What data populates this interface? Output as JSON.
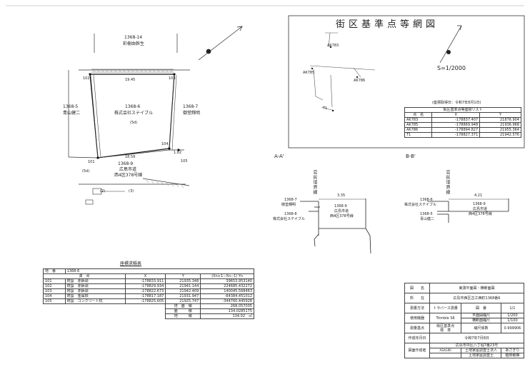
{
  "index_map": {
    "title": "街区基準点等網図",
    "scale": "S=1/2000",
    "list_note": "(座標取得日：令和7年8月1日)",
    "list_title": "街区基準点等座標リスト",
    "list_headers": [
      "点　名",
      "X",
      "Y"
    ],
    "list_rows": [
      {
        "name": "AK783",
        "x": "-178837.407",
        "y": "21876.904"
      },
      {
        "name": "AK785",
        "x": "-178869.948",
        "y": "21936.968"
      },
      {
        "name": "AK786",
        "x": "-178894.827",
        "y": "21955.364"
      },
      {
        "name": "T1",
        "x": "-178827.371",
        "y": "21942.576"
      }
    ],
    "point_labels": [
      "AK783",
      "AK785",
      "AK786",
      "T1"
    ]
  },
  "plan": {
    "north_parcel": {
      "no": "1368-14",
      "owner": "彩樹由幹生"
    },
    "west_parcel": {
      "no": "1368-5",
      "owner": "青山健二"
    },
    "east_parcel": {
      "no": "1368-7",
      "owner": "御堂輝明"
    },
    "center_parcel": {
      "no": "1368-6",
      "owner": "株式会社ステイブル",
      "sub": "(5d)"
    },
    "road_parcel": {
      "no": "1368-9",
      "owner": "広島市道",
      "sub": "西4区378号線"
    },
    "dims": {
      "top": "19.45",
      "bottom": "18.59",
      "east_small": "1.82"
    },
    "points": [
      "101",
      "102",
      "103",
      "104",
      "105"
    ],
    "misc": [
      "(5d)",
      "(2)",
      "(3)"
    ]
  },
  "sections": {
    "aa": {
      "label": "A-A'",
      "boundary": "官民境界線",
      "width": "3.35",
      "left_top": {
        "no": "1368-7",
        "owner": "御堂輝明"
      },
      "left_bottom": {
        "no": "1368-6",
        "owner": "株式会社ステイブル"
      },
      "road": {
        "no": "1368-9",
        "owner": "広島市道",
        "sub": "西4区378号線"
      }
    },
    "bb": {
      "label": "B-B'",
      "boundary": "官民境界線",
      "width": "4.21",
      "left_top": {
        "no": "1368-6",
        "owner": "株式会社ステイブル"
      },
      "left_bottom": {
        "no": "1368-5",
        "owner": "青山健二"
      },
      "road": {
        "no": "1368-9",
        "owner": "広島市道",
        "sub": "西4区378号線"
      }
    }
  },
  "coord_table": {
    "title": "座標求積表",
    "header_row": {
      "label1": "地　番",
      "value1": "1368-6"
    },
    "col_headers": [
      "測　点",
      "",
      "X",
      "Y",
      "(Xn+1−Xn−1) Yn"
    ],
    "rows": [
      {
        "pt": "101",
        "desc": "既設　赤鋲頭",
        "x": "-178833.911",
        "y": "21935.348",
        "calc": "39653.953140"
      },
      {
        "pt": "102",
        "desc": "既設　赤鋲頭",
        "x": "-178829.934",
        "y": "21941.144",
        "calc": "224685.432272"
      },
      {
        "pt": "103",
        "desc": "既設　赤鋲頭",
        "x": "-178822.673",
        "y": "21942.409",
        "calc": "140045.568463"
      },
      {
        "pt": "104",
        "desc": "既設　金属標",
        "x": "-178817.187",
        "y": "21931.947",
        "calc": "-64384.451012"
      },
      {
        "pt": "105",
        "desc": "既設　コンクリート杭",
        "x": "-178825.605",
        "y": "21925.747",
        "calc": "-344760.445928"
      }
    ],
    "totals": [
      {
        "label": "倍　面　積",
        "value": "268.057035"
      },
      {
        "label": "面　　　積",
        "value": "134.0285175"
      },
      {
        "label": "地　　　積",
        "value": "134.02　㎡"
      }
    ]
  },
  "title_block": {
    "rows": [
      {
        "label": "図　　名",
        "value": "実測平面図・横断面図"
      },
      {
        "label": "所　　在",
        "value": "広島市西区古江西町1368番6"
      },
      {
        "label": "測量方法",
        "value": "トラバース測量",
        "label2": "図　番",
        "value2": "1/1"
      },
      {
        "label": "使用機器",
        "value": "Trimble S6",
        "label2a": "平面図縮尺",
        "value2a": "1/200",
        "label2b": "横断面縮尺",
        "value2b": "1/100"
      },
      {
        "label": "測量基点",
        "value": "街区基準点",
        "value_b": "標　準",
        "label2": "縮尺係数",
        "value2": "0.999906"
      },
      {
        "label": "作成年月日",
        "value": "令和7年7月8日"
      }
    ],
    "maker_label": "図面作成者",
    "maker_address": "広島市中区八丁堀7番23号",
    "maker_title1": "土地家屋調査士法人",
    "maker_name1": "あさぎり",
    "maker_title2": "土地家屋調査士",
    "maker_name2": "植田敏輝",
    "logo_text": "ASAGIRI"
  }
}
